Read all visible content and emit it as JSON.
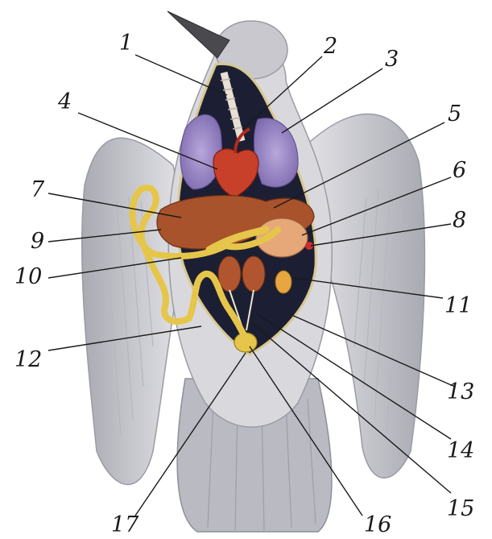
{
  "labels": [
    "1",
    "2",
    "3",
    "4",
    "5",
    "6",
    "7",
    "8",
    "9",
    "10",
    "11",
    "12",
    "13",
    "14",
    "15",
    "16",
    "17"
  ],
  "colors": {
    "plumage": "#d9d9dd",
    "plumage_shade": "#a9aab2",
    "cavity": "#1c1f33",
    "lungs": "#9a86c8",
    "heart": "#c8402a",
    "liver": "#a8532c",
    "intestine": "#e6c64a",
    "kidneys": "#b0552f",
    "gizzard": "#e6a878",
    "beak": "#4a4a4e",
    "leader_lines": "#1a1a1a"
  }
}
